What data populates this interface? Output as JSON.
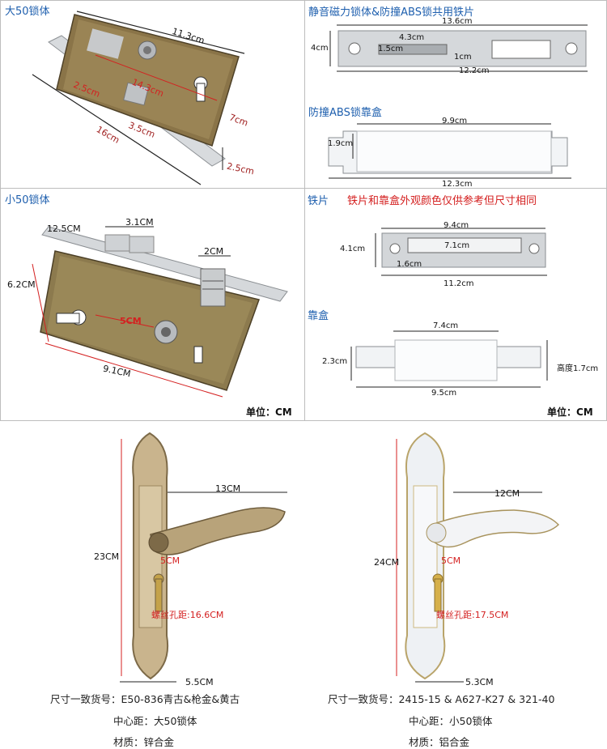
{
  "panels": {
    "big_body": {
      "title": "大50锁体",
      "dims": {
        "length": "11.3cm",
        "diag": "14.3cm",
        "d1": "2.5cm",
        "d2": "3.5cm",
        "overall": "16cm",
        "height": "7cm",
        "thick": "2.5cm"
      }
    },
    "strike_plate": {
      "title": "静音磁力锁体&防撞ABS锁共用铁片",
      "dims": {
        "width": "13.6cm",
        "h": "4cm",
        "slot_w": "4.3cm",
        "slot_h": "1.5cm",
        "gap": "1cm",
        "inner": "12.2cm"
      }
    },
    "abs_box": {
      "title": "防撞ABS锁靠盒",
      "dims": {
        "top": "9.9cm",
        "h": "1.9cm",
        "bottom": "12.3cm"
      }
    },
    "small_body": {
      "title": "小50锁体",
      "dims": {
        "a": "12.5CM",
        "b": "3.1CM",
        "c": "2CM",
        "h": "6.2CM",
        "center": "5CM",
        "w": "9.1CM"
      },
      "unit": "单位：CM"
    },
    "iron": {
      "title": "铁片",
      "note": "铁片和靠盒外观颜色仅供参考但尺寸相同",
      "dims": {
        "top": "9.4cm",
        "h": "4.1cm",
        "slot": "7.1cm",
        "s": "1.6cm",
        "bottom": "11.2cm"
      }
    },
    "box": {
      "title": "靠盒",
      "dims": {
        "top": "7.4cm",
        "h": "2.3cm",
        "height": "高度1.7cm",
        "bottom": "9.5cm"
      },
      "unit": "单位：CM"
    }
  },
  "handles": {
    "left": {
      "lever": "13CM",
      "height": "23CM",
      "center": "5CM",
      "screw": "螺丝孔距:16.6CM",
      "width": "5.5CM",
      "model": "尺寸一致货号：E50-836青古&枪金&黄古",
      "center_dist": "中心距：大50锁体",
      "material": "材质：锌合金",
      "colors": {
        "plate": "#c9b48d",
        "edge": "#7d6a48"
      }
    },
    "right": {
      "lever": "12CM",
      "height": "24CM",
      "center": "5CM",
      "screw": "螺丝孔距:17.5CM",
      "width": "5.3CM",
      "model": "尺寸一致货号：2415-15 & A627-K27 & 321-40",
      "center_dist": "中心距：小50锁体",
      "material": "材质：铝合金",
      "colors": {
        "plate": "#eef1f4",
        "edge": "#b9a46a"
      }
    }
  },
  "colors": {
    "title": "#1e5fae",
    "accent": "#d42020",
    "brass": "#8c7a4e",
    "steel": "#c8ccd0"
  }
}
